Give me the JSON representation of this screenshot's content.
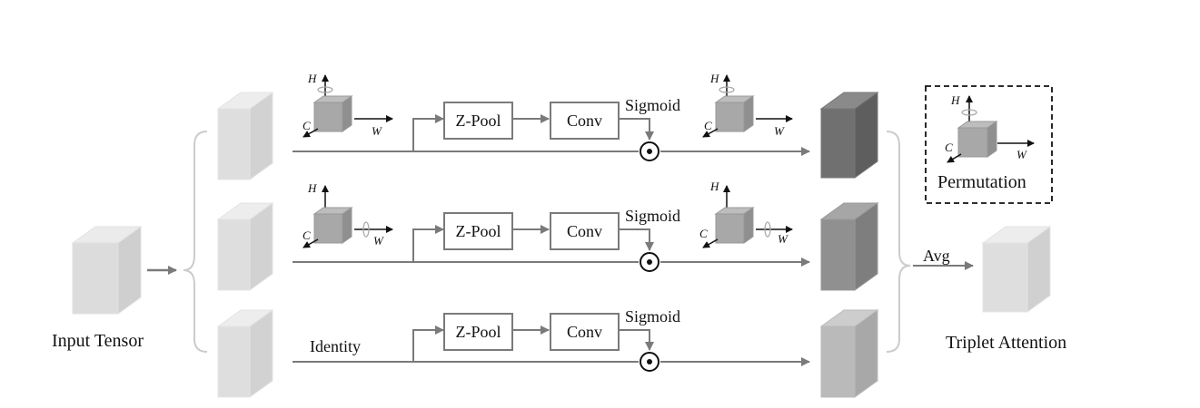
{
  "input_label": "Input Tensor",
  "output_label": "Triplet Attention",
  "avg_label": "Avg",
  "identity_label": "Identity",
  "legend_label": "Permutation",
  "branches": [
    {
      "zpool": "Z-Pool",
      "conv": "Conv",
      "sigmoid": "Sigmoid"
    },
    {
      "zpool": "Z-Pool",
      "conv": "Conv",
      "sigmoid": "Sigmoid"
    },
    {
      "zpool": "Z-Pool",
      "conv": "Conv",
      "sigmoid": "Sigmoid"
    }
  ],
  "axes": {
    "h": "H",
    "c": "C",
    "w": "W"
  },
  "colors": {
    "light_block": "#d6d6d6",
    "arrow": "#7a7a7a",
    "out_dark": "#6e6e6e",
    "out_mid": "#8c8c8c",
    "out_light": "#b4b4b4"
  }
}
